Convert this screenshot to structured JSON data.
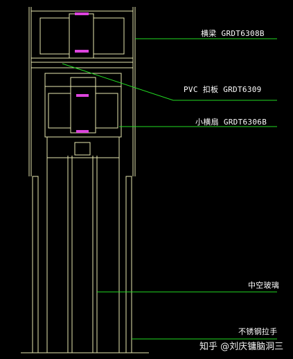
{
  "labels": {
    "transom": "横梁 GRDT6308B",
    "pvc_cap": "PVC 扣板 GRDT6309",
    "small_transom_sash": "小横扇 GRDT6306B",
    "insulated_glass": "中空玻璃",
    "ss_handle": "不锈钢拉手"
  },
  "watermark": "知乎 @刘庆镛脑洞三",
  "colors": {
    "background": "#000000",
    "profile": "#e8e8b0",
    "leader": "#22dd22",
    "gasket": "#dd44dd",
    "text": "#ffffff"
  }
}
